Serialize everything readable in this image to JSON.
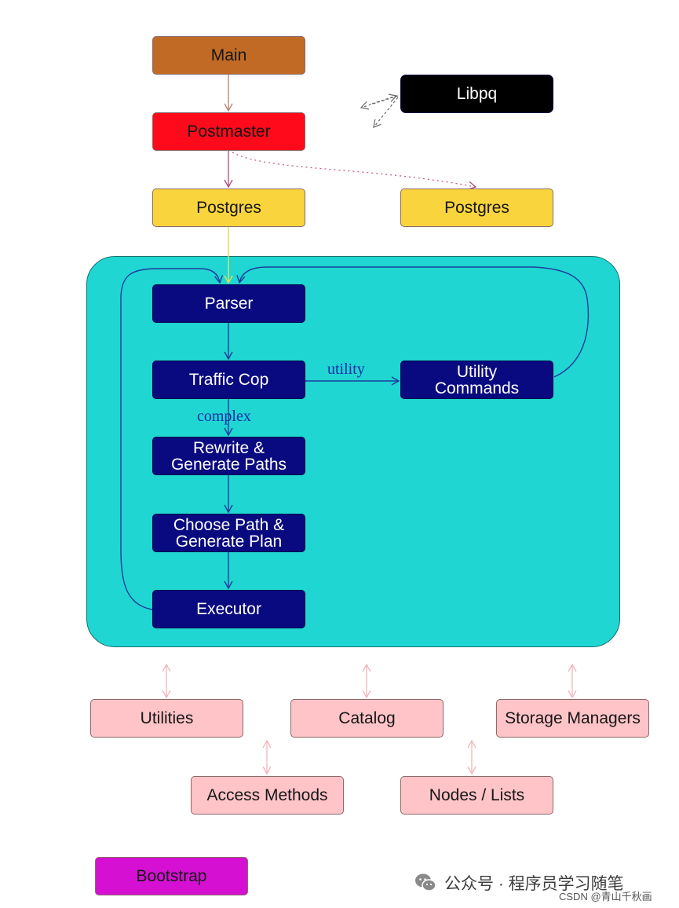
{
  "colors": {
    "main": "#c06a26",
    "postmaster": "#ff0a1a",
    "postgres": "#fad43c",
    "libpq": "#000000",
    "stage": "#0a0a80",
    "panel": "#1fd6d2",
    "support": "#ffc4c8",
    "bootstrap": "#d510d2",
    "flow_arrow": "#1f3d9c",
    "link_arrow": "#f2b6bd"
  },
  "nodes": {
    "main": "Main",
    "postmaster": "Postmaster",
    "postgres_left": "Postgres",
    "postgres_right": "Postgres",
    "libpq": "Libpq",
    "parser": "Parser",
    "traffic_cop": "Traffic Cop",
    "utility_commands": "Utility\nCommands",
    "rewrite": "Rewrite &\nGenerate Paths",
    "choose_path": "Choose Path &\nGenerate Plan",
    "executor": "Executor",
    "utilities": "Utilities",
    "catalog": "Catalog",
    "storage_managers": "Storage Managers",
    "access_methods": "Access Methods",
    "nodes_lists": "Nodes / Lists",
    "bootstrap": "Bootstrap"
  },
  "edge_labels": {
    "utility": "utility",
    "complex": "complex"
  },
  "watermark": {
    "icon": "wechat-icon",
    "account": "公众号 · 程序员学习随笔",
    "credit": "CSDN @青山千秋画"
  }
}
